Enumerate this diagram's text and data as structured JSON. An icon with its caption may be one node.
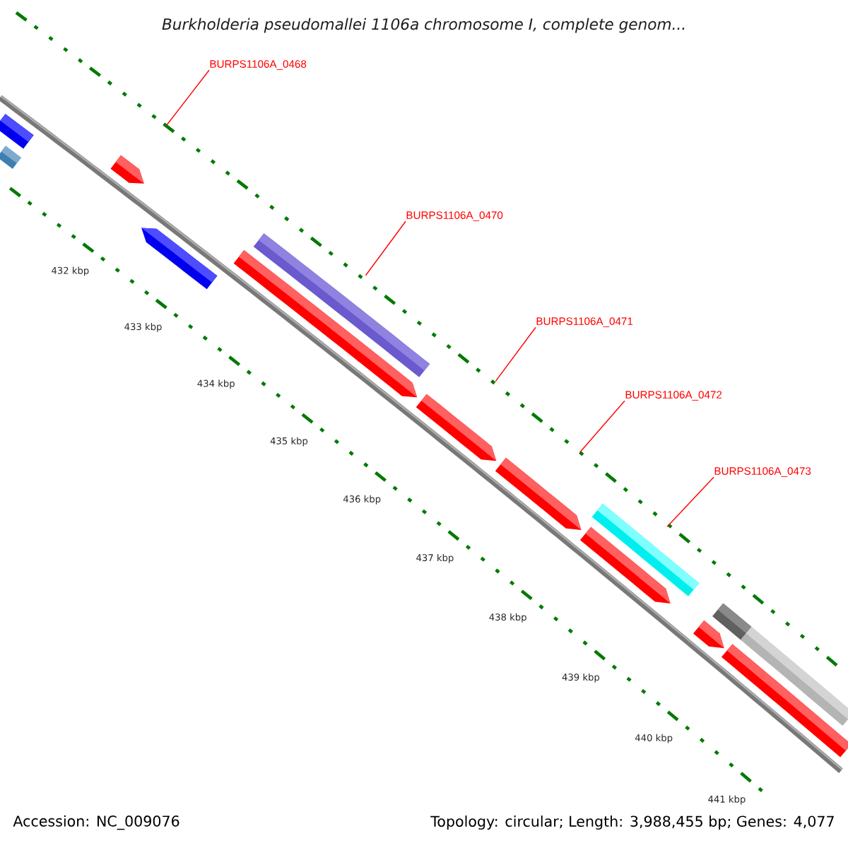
{
  "diagram": {
    "title": "Burkholderia pseudomallei 1106a chromosome I, complete genom...",
    "nodes": [
      {
        "text": [
          "BURPS1106A_0468"
        ]
      },
      {
        "text": [
          "BURPS1106A_0470"
        ]
      },
      {
        "text": [
          "BURPS1106A_0471"
        ]
      },
      {
        "text": [
          "BURPS1106A_0472"
        ]
      },
      {
        "text": [
          "BURPS1106A_0473"
        ]
      },
      {
        "text": [],
        "shape": "bar"
      },
      {
        "text": [],
        "shape": "bar"
      },
      {
        "text": [],
        "shape": "arrow"
      },
      {
        "text": [],
        "shape": "arrow"
      },
      {
        "text": [],
        "shape": "arrow"
      },
      {
        "text": [],
        "shape": "bar"
      },
      {
        "text": [],
        "shape": "arrow"
      },
      {
        "text": [],
        "shape": "arrow"
      },
      {
        "text": [],
        "shape": "bar"
      },
      {
        "text": [],
        "shape": "arrow"
      },
      {
        "text": [],
        "shape": "arrow"
      },
      {
        "text": [],
        "shape": "bar"
      },
      {
        "text": [],
        "shape": "bar"
      },
      {
        "text": [],
        "shape": "bar"
      }
    ],
    "edges": [
      {
        "from": 0,
        "to": 7,
        "arrow": "none"
      },
      {
        "from": 1,
        "to": 9,
        "arrow": "none"
      },
      {
        "from": 2,
        "to": 11,
        "arrow": "none"
      },
      {
        "from": 3,
        "to": 12,
        "arrow": "none"
      },
      {
        "from": 4,
        "to": 13,
        "arrow": "none"
      }
    ],
    "labels": [
      "432 kbp",
      "433 kbp",
      "434 kbp",
      "435 kbp",
      "436 kbp",
      "437 kbp",
      "438 kbp",
      "439 kbp",
      "440 kbp",
      "441 kbp",
      "Accession: NC_009076",
      "Topology: circular; Length: 3,988,455 bp; Genes: 4,077"
    ]
  }
}
